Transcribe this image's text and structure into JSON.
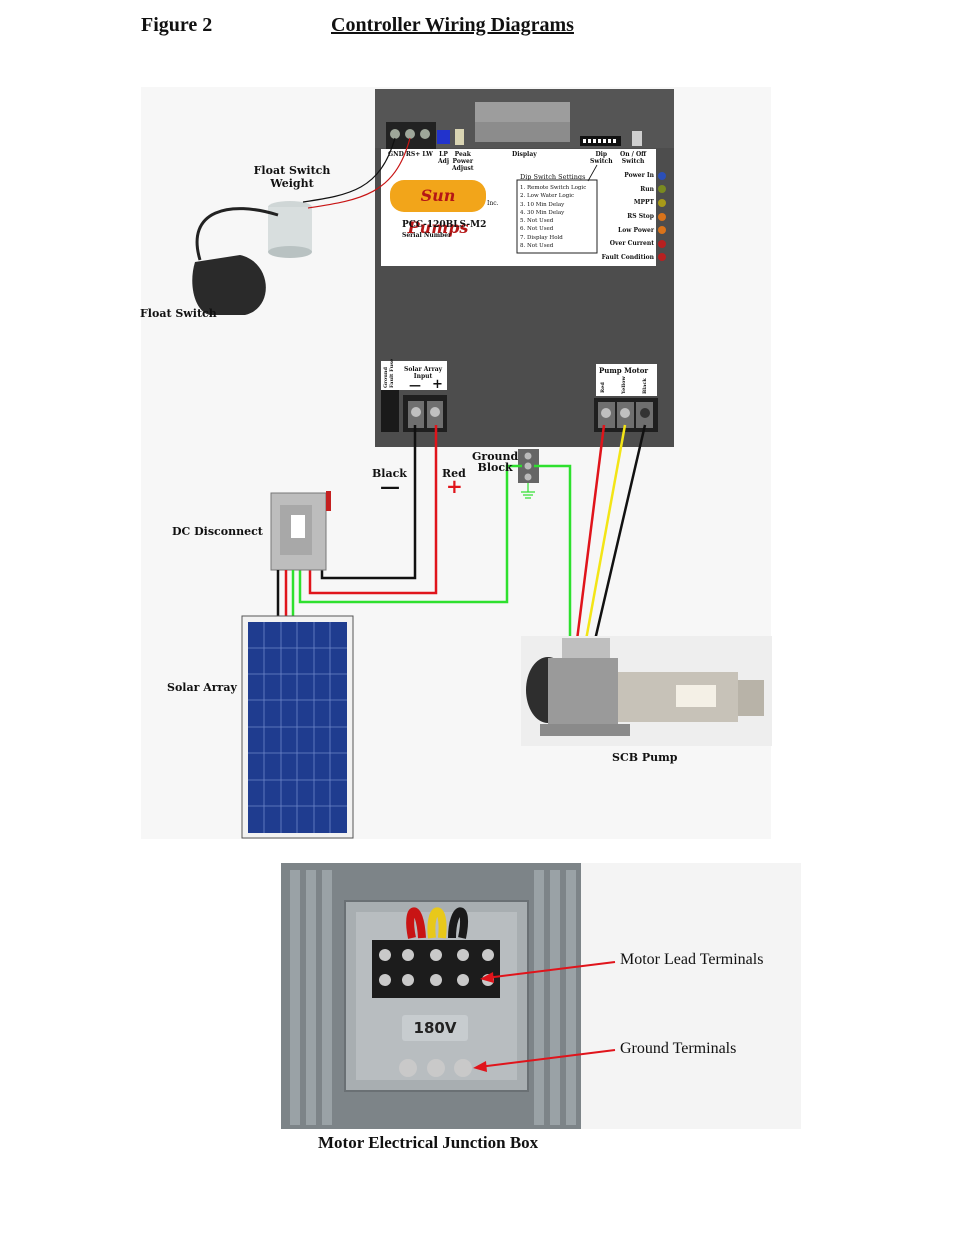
{
  "figure": {
    "label": "Figure 2",
    "title": "Controller Wiring Diagrams"
  },
  "controller": {
    "brand": "Sun Pumps",
    "brand_suffix": "Inc.",
    "model": "PCC-120BLS-M2",
    "serial_label": "Serial Number",
    "top_labels": {
      "terminals": "GND RS+ LW",
      "lp_adj": "LP\nAdj",
      "peak_power": "Peak\nPower\nAdjust",
      "display": "Display",
      "dip_switch": "Dip\nSwitch",
      "on_off": "On / Off\nSwitch"
    },
    "dip_settings": {
      "title": "Dip Switch Settings",
      "items": [
        "1. Remote Switch Logic",
        "2. Low Water Logic",
        "3. 10 Min Delay",
        "4. 30 Min Delay",
        "5. Not Used",
        "6. Not Used",
        "7. Display Hold",
        "8. Not Used"
      ]
    },
    "indicators": [
      {
        "label": "Power In",
        "color": "#2b4fb8"
      },
      {
        "label": "Run",
        "color": "#7a8a20"
      },
      {
        "label": "MPPT",
        "color": "#a89a18"
      },
      {
        "label": "RS Stop",
        "color": "#d9731a"
      },
      {
        "label": "Low Power",
        "color": "#d9731a"
      },
      {
        "label": "Over Current",
        "color": "#b82020"
      },
      {
        "label": "Fault Condition",
        "color": "#b82020"
      }
    ],
    "ground_fault": "Ground\nFault Fuse",
    "solar_input": {
      "title": "Solar Array\nInput",
      "minus": "—",
      "plus": "+"
    },
    "pump_motor": {
      "title": "Pump Motor",
      "terminals": [
        "Red",
        "Yellow",
        "Black"
      ]
    }
  },
  "labels": {
    "float_switch_weight": "Float Switch\nWeight",
    "float_switch": "Float Switch",
    "black": "Black",
    "black_sign": "—",
    "red": "Red",
    "red_sign": "+",
    "ground_block": "Ground\nBlock",
    "dc_disconnect": "DC Disconnect",
    "solar_array": "Solar Array",
    "scb_pump": "SCB Pump"
  },
  "junction_box": {
    "voltage": "180V",
    "callouts": [
      "Motor Lead Terminals",
      "Ground Terminals"
    ],
    "caption": "Motor Electrical Junction Box"
  },
  "colors": {
    "wire_black": "#111111",
    "wire_red": "#e0141b",
    "wire_green": "#2ee02e",
    "wire_yellow": "#f3e516",
    "controller_body": "#4a4a4a",
    "solar_blue": "#1f3c8f"
  }
}
